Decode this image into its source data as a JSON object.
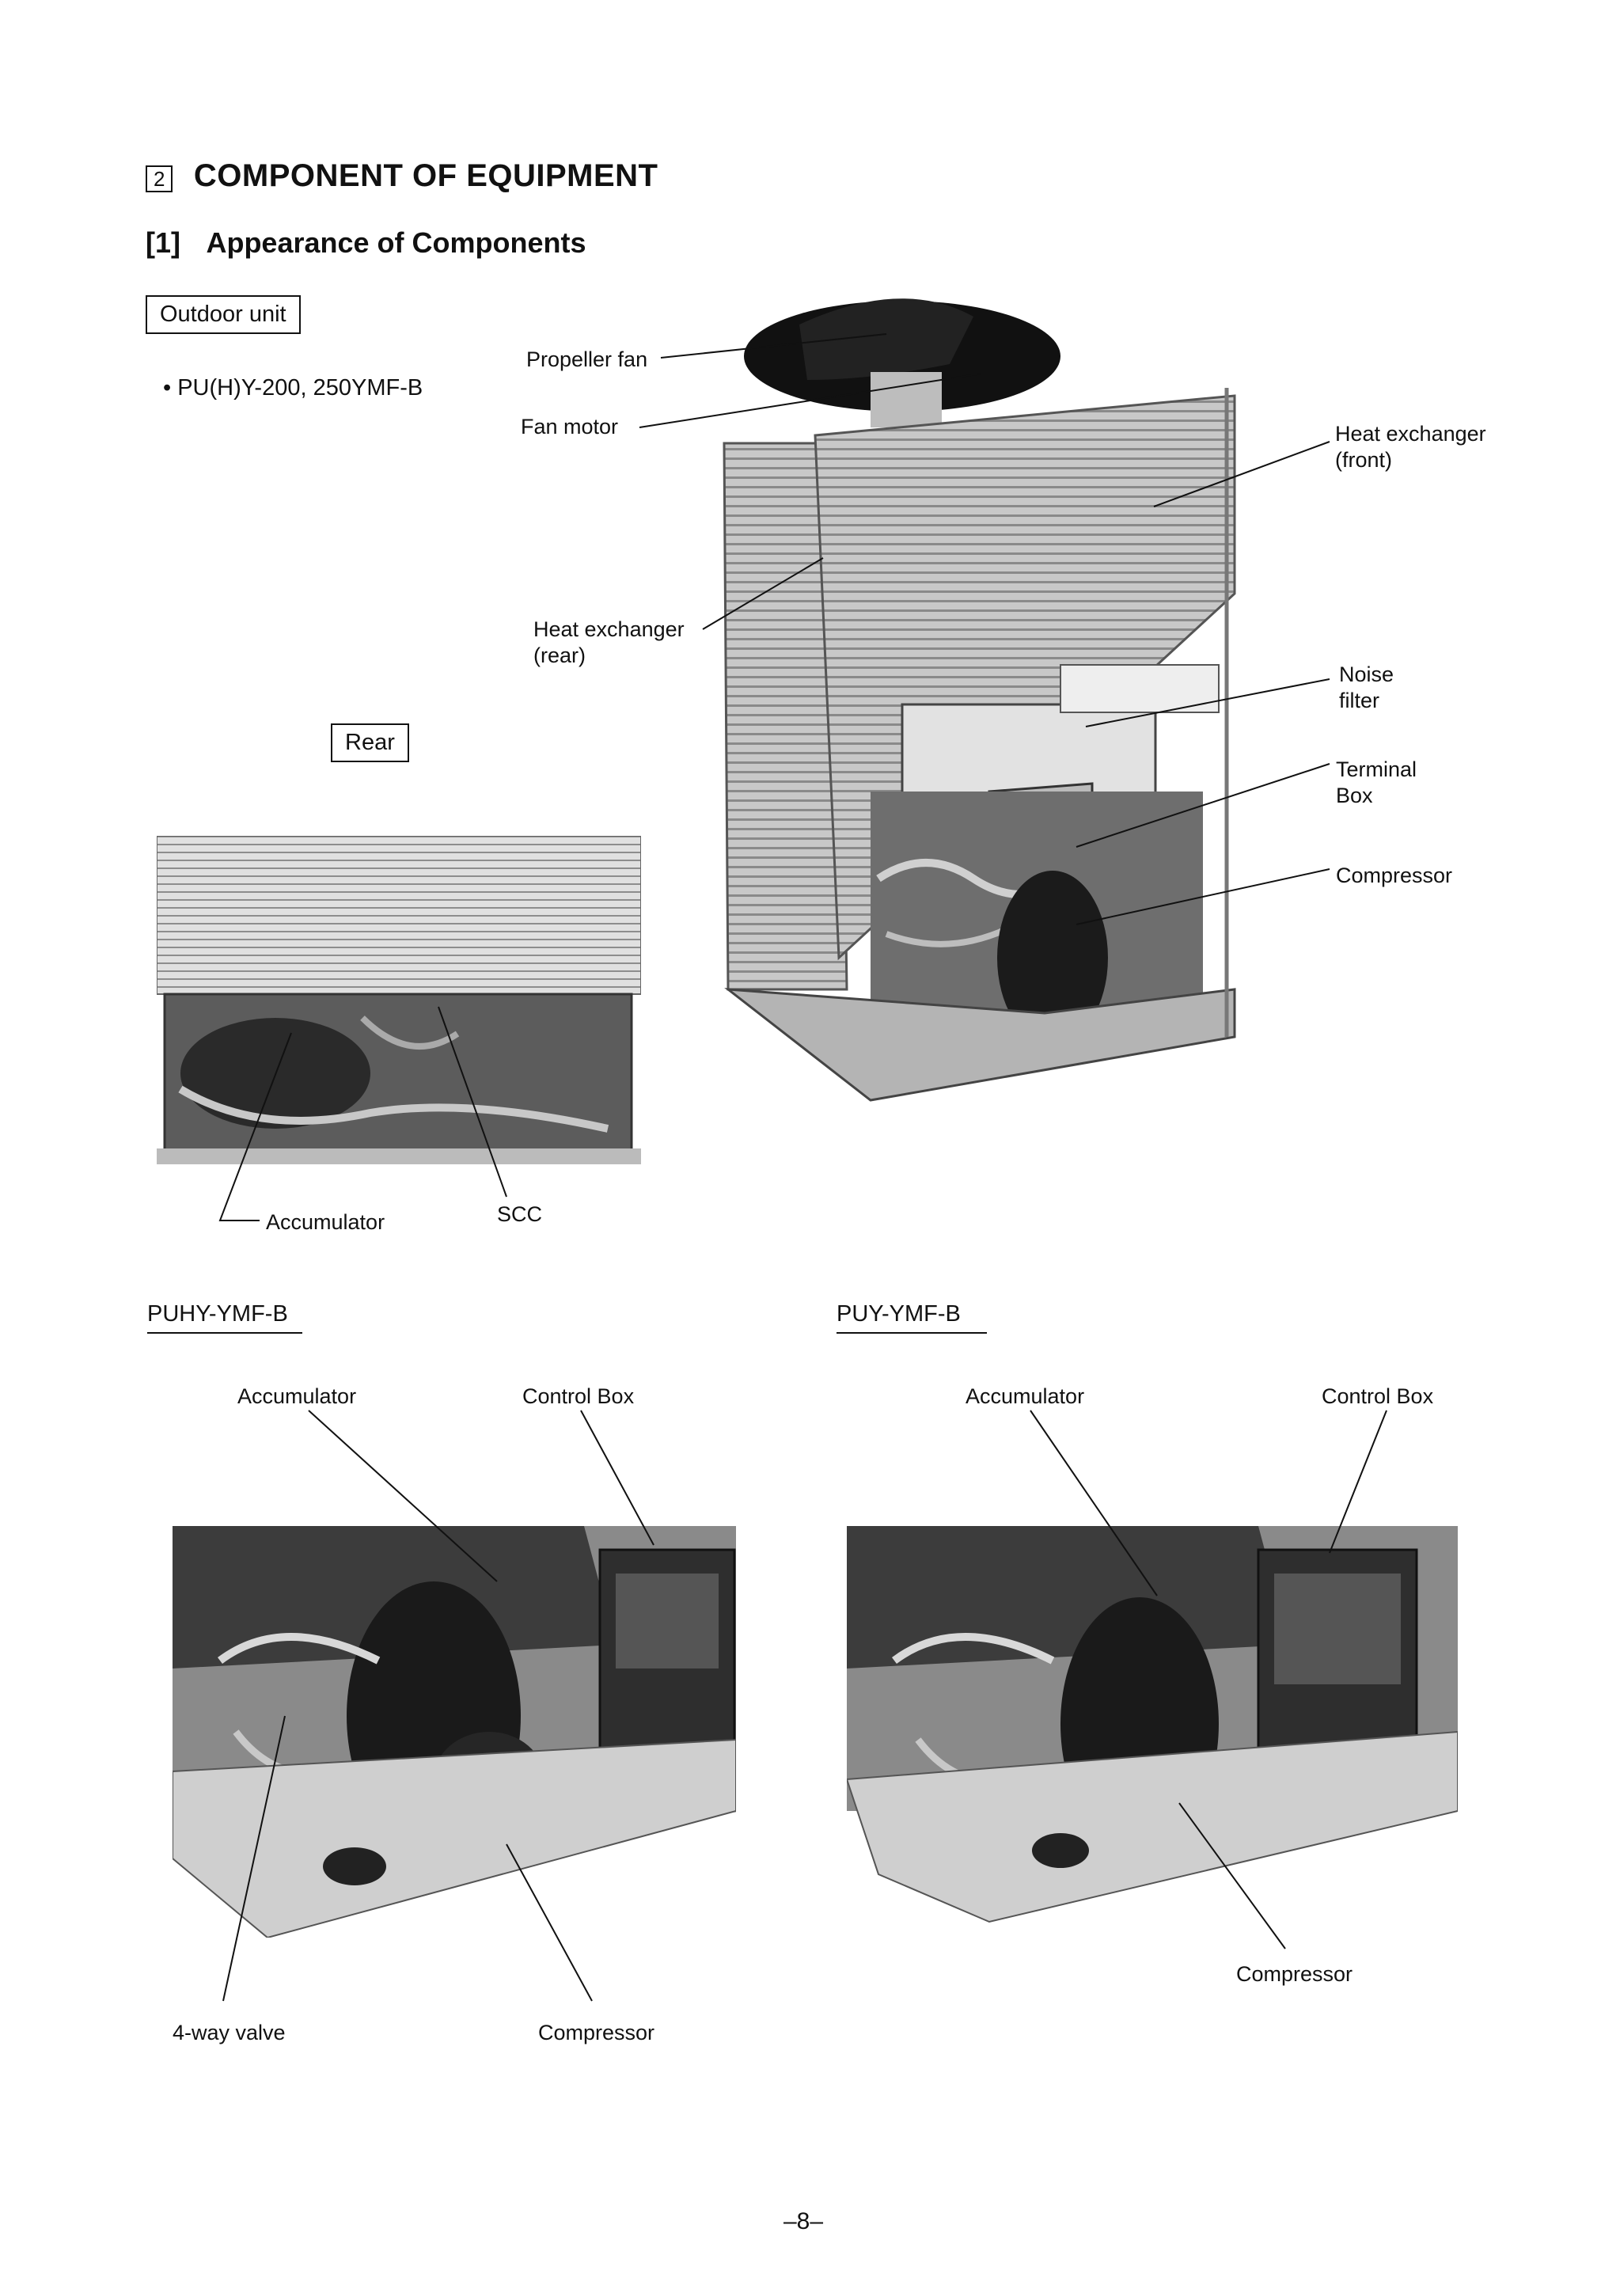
{
  "section": {
    "number": "2",
    "title": "COMPONENT OF EQUIPMENT"
  },
  "subsection": {
    "number": "[1]",
    "title": "Appearance of Components"
  },
  "unit_label": "Outdoor unit",
  "model_bullet": "• PU(H)Y-200, 250YMF-B",
  "rear_label": "Rear",
  "main_photo_labels": {
    "propeller_fan": "Propeller fan",
    "fan_motor": "Fan motor",
    "heat_exchanger_front_1": "Heat exchanger",
    "heat_exchanger_front_2": "(front)",
    "heat_exchanger_rear_1": "Heat exchanger",
    "heat_exchanger_rear_2": "(rear)",
    "noise_filter_1": "Noise",
    "noise_filter_2": "filter",
    "terminal_box_1": "Terminal",
    "terminal_box_2": "Box",
    "compressor": "Compressor"
  },
  "rear_photo_labels": {
    "accumulator": "Accumulator",
    "scc": "SCC"
  },
  "puhy": {
    "title": "PUHY-YMF-B",
    "accumulator": "Accumulator",
    "control_box": "Control Box",
    "four_way_valve": "4-way valve",
    "compressor": "Compressor"
  },
  "puy": {
    "title": "PUY-YMF-B",
    "accumulator": "Accumulator",
    "control_box": "Control Box",
    "compressor": "Compressor"
  },
  "page_number": "–8–"
}
